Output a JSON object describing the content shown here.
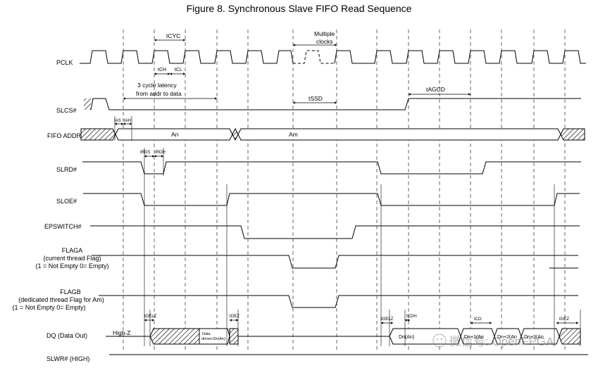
{
  "title": "Figure 8. Synchronous Slave FIFO Read Sequence",
  "signals": {
    "pclk": "PCLK",
    "slcs": "SLCS#",
    "fifo_addr": "FIFO ADDR",
    "slrd": "SLRD#",
    "sloe": "SLOE#",
    "epswitch": "EPSWITCH#",
    "flaga_1": "FLAGA",
    "flaga_2": "(current thread Flag)",
    "flaga_3": "(1 = Not Empty 0= Empty)",
    "flagb_1": "FLAGB",
    "flagb_2": "(dedicated thread Flag for Am)",
    "flagb_3": "(1 = Not Empty 0= Empty)",
    "dq": "DQ (Data Out)",
    "slwr": "SLWR# (HIGH)"
  },
  "annotations": {
    "multiple_clocks_1": "Multiple",
    "multiple_clocks_2": "clocks",
    "tcyc": "tCYC",
    "tch": "tCH",
    "tcl": "tCL",
    "latency_1": "3 cycle latency",
    "latency_2": "from addr to data",
    "tssd": "tSSD",
    "tagcd": "tAGCD",
    "tas": "tAS",
    "tah": "tAH",
    "an": "An",
    "am": "Am",
    "trds": "tRDS",
    "trdh": "tRDH",
    "toelz_1": "tOELZ",
    "toez_1": "tOEZ",
    "toelz_2": "tOELZ",
    "tcdh": "tCDH",
    "tco": "tCO",
    "toez_2": "tOEZ",
    "highz": "High-Z",
    "data_driven_1": "Data",
    "data_driven_2": "driven:Dn(An)",
    "dn_an": "Dn(An)",
    "dn1_an": "Dn+1(An",
    "dn2_an": "Dn+2(An",
    "dn3_an": "Dn+3(An"
  },
  "watermark": "微信号: OpenFPGA"
}
